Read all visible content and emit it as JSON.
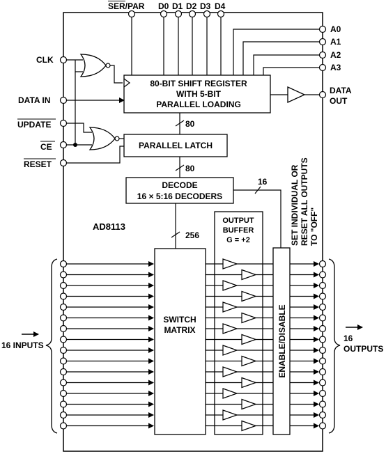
{
  "chip": {
    "part_number": "AD8113"
  },
  "pins": {
    "ser_par": "SER/PAR",
    "d0": "D0",
    "d1": "D1",
    "d2": "D2",
    "d3": "D3",
    "d4": "D4",
    "a0": "A0",
    "a1": "A1",
    "a2": "A2",
    "a3": "A3",
    "clk": "CLK",
    "data_in": "DATA IN",
    "update": "UPDATE",
    "ce": "CE",
    "reset": "RESET",
    "data_out_line1": "DATA",
    "data_out_line2": "OUT"
  },
  "blocks": {
    "shift_register": [
      "80-BIT SHIFT REGISTER",
      "WITH 5-BIT",
      "PARALLEL LOADING"
    ],
    "parallel_latch": "PARALLEL LATCH",
    "decode": [
      "DECODE",
      "16 × 5:16 DECODERS"
    ],
    "output_buffer": [
      "OUTPUT",
      "BUFFER",
      "G = +2"
    ],
    "switch_matrix": [
      "SWITCH",
      "MATRIX"
    ],
    "enable_disable": "ENABLE/DISABLE"
  },
  "bus_widths": {
    "shift_to_latch": "80",
    "latch_to_decode": "80",
    "decode_to_matrix": "256",
    "decode_to_enable": "16"
  },
  "annotations": {
    "set_reset": [
      "SET INDIVIDUAL OR",
      "RESET ALL OUTPUTS",
      "TO \"OFF\""
    ],
    "inputs": "16 INPUTS",
    "outputs_line1": "16",
    "outputs_line2": "OUTPUTS"
  }
}
